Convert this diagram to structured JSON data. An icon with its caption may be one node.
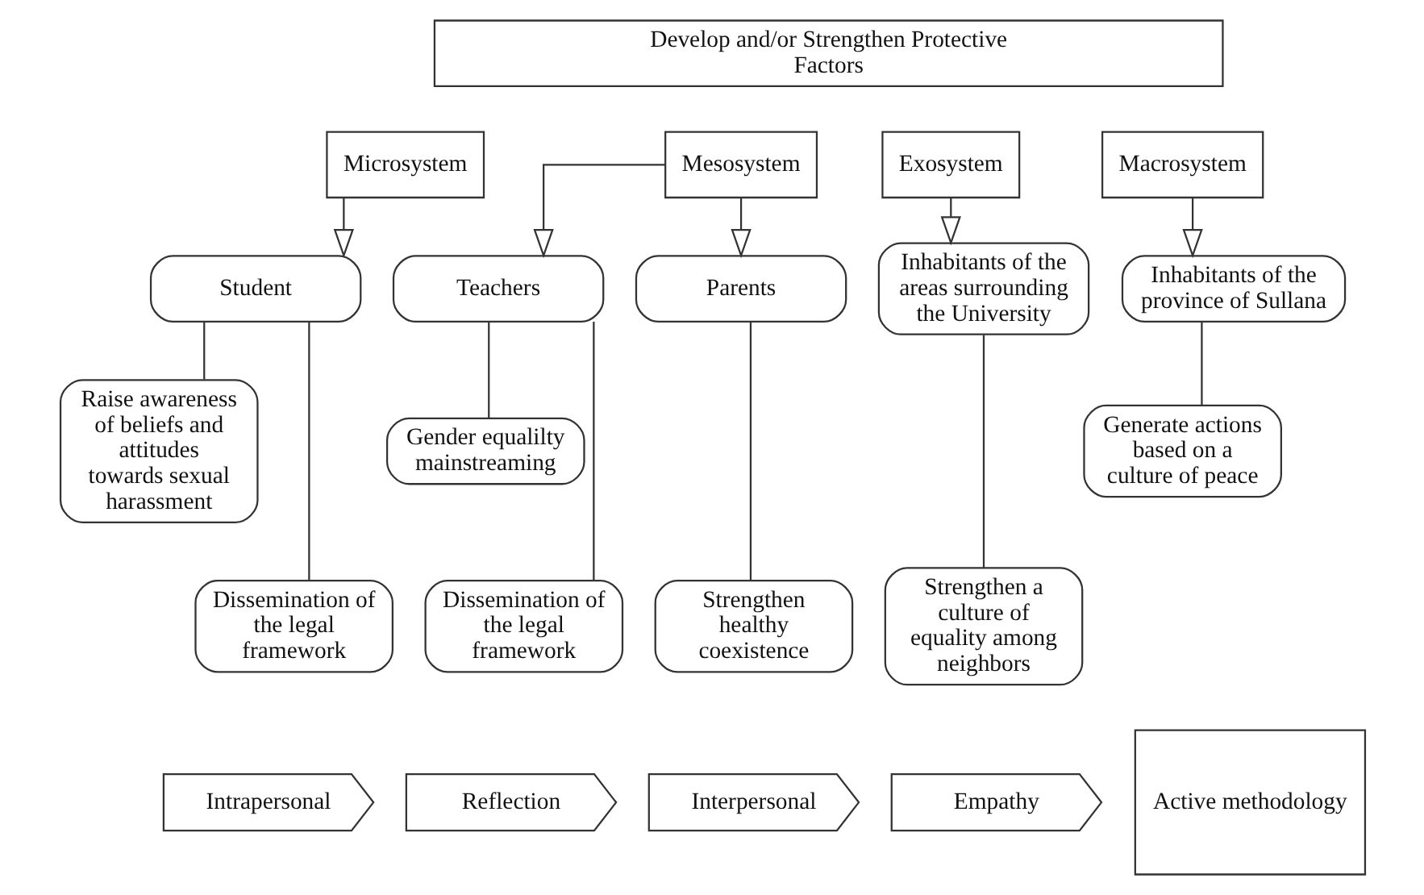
{
  "diagram": {
    "nodes": [
      {
        "text": [
          "Develop and/or Strengthen Protective Factors"
        ]
      },
      {
        "text": [
          "Microsystem"
        ]
      },
      {
        "text": [
          "Mesosystem"
        ]
      },
      {
        "text": [
          "Exosystem"
        ]
      },
      {
        "text": [
          "Macrosystem"
        ]
      },
      {
        "text": [
          "Student"
        ]
      },
      {
        "text": [
          "Raise awareness of beliefs and attitudes towards sexual harassment"
        ]
      },
      {
        "text": [
          "Dissemination of the legal framework"
        ]
      },
      {
        "text": [
          "Teachers"
        ]
      },
      {
        "text": [
          "Gender equalilty mainstreaming"
        ]
      },
      {
        "text": [
          "Dissemination of the legal framework"
        ]
      },
      {
        "text": [
          "Parents"
        ]
      },
      {
        "text": [
          "Strengthen healthy coexistence"
        ]
      },
      {
        "text": [
          "Inhabitants of the areas surrounding the University"
        ]
      },
      {
        "text": [
          "Strengthen a culture of equality among neighbors"
        ]
      },
      {
        "text": [
          "Inhabitants of the province of Sullana"
        ]
      },
      {
        "text": [
          "Generate actions based on a culture of peace"
        ]
      },
      {
        "text": [
          "Intrapersonal"
        ]
      },
      {
        "text": [
          "Reflection"
        ]
      },
      {
        "text": [
          "Interpersonal"
        ]
      },
      {
        "text": [
          "Empathy"
        ]
      },
      {
        "text": [
          "Active methodology"
        ]
      }
    ],
    "edges": [
      {
        "from": 1,
        "to": 5,
        "arrow": "to"
      },
      {
        "from": 2,
        "to": 8,
        "arrow": "to"
      },
      {
        "from": 2,
        "to": 11,
        "arrow": "to"
      },
      {
        "from": 3,
        "to": 13,
        "arrow": "to"
      },
      {
        "from": 4,
        "to": 15,
        "arrow": "to"
      },
      {
        "from": 5,
        "to": 6,
        "arrow": "none"
      },
      {
        "from": 5,
        "to": 7,
        "arrow": "none"
      },
      {
        "from": 8,
        "to": 9,
        "arrow": "none"
      },
      {
        "from": 8,
        "to": 10,
        "arrow": "none"
      },
      {
        "from": 11,
        "to": 12,
        "arrow": "none"
      },
      {
        "from": 13,
        "to": 14,
        "arrow": "none"
      },
      {
        "from": 15,
        "to": 16,
        "arrow": "none"
      }
    ]
  }
}
